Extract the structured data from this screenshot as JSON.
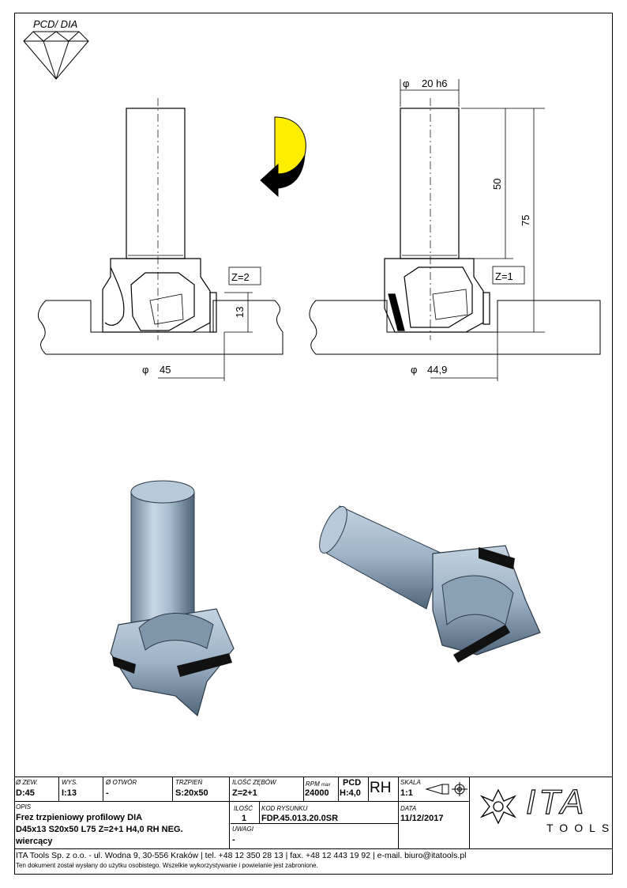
{
  "badge": {
    "label": "PCD/ DIA"
  },
  "dimensions": {
    "left_z": "Z=2",
    "right_z": "Z=1",
    "diameter_left": "45",
    "diameter_right": "44,9",
    "height": "13",
    "shank": "20 h6",
    "shank_length": "50",
    "total_length": "75",
    "diameter_symbol": "φ"
  },
  "title_block": {
    "outer_diameter": {
      "label": "Ø ZEW.",
      "value": "D:45"
    },
    "height": {
      "label": "WYS.",
      "value": "I:13"
    },
    "bore": {
      "label": "Ø OTWÓR",
      "value": "-"
    },
    "shank": {
      "label": "TRZPIEŃ",
      "value": "S:20x50"
    },
    "teeth": {
      "label": "ILOŚĆ ZĘBÓW",
      "value": "Z=2+1"
    },
    "rpm": {
      "label": "RPM",
      "sub": "max",
      "value": "24000"
    },
    "pcd": {
      "label": "PCD",
      "value": "H:4,0"
    },
    "rotation": "RH",
    "scale": {
      "label": "SKALA",
      "value": "1:1"
    },
    "description": {
      "label": "OPIS",
      "line1": "Frez trzpieniowy profilowy DIA",
      "line2": "D45x13 S20x50 L75 Z=2+1 H4,0 RH NEG.",
      "line3": "wiercący"
    },
    "quantity": {
      "label": "ILOŚĆ",
      "value": "1"
    },
    "drawing_code": {
      "label": "KOD RYSUNKU",
      "value": "FDP.45.013.20.0SR"
    },
    "date": {
      "label": "DATA",
      "value": "11/12/2017"
    },
    "notes": {
      "label": "UWAGI",
      "value": "-"
    },
    "logo_main": "ITA",
    "logo_sub": "TOOLS"
  },
  "footer": {
    "line1": "ITA Tools Sp. z o.o. - ul. Wodna 9, 30-556 Kraków | tel. +48 12 350 28 13 | fax. +48 12 443 19 92 | e-mail. biuro@itatools.pl",
    "line2": "Ten dokument został wysłany do użytku osobistego. Wszelkie wykorzystywanie i powielanie jest zabronione."
  },
  "colors": {
    "arrow_yellow": "#ffee00",
    "tool_steel": "#a9bdd0",
    "tool_dark": "#5b6f83"
  }
}
